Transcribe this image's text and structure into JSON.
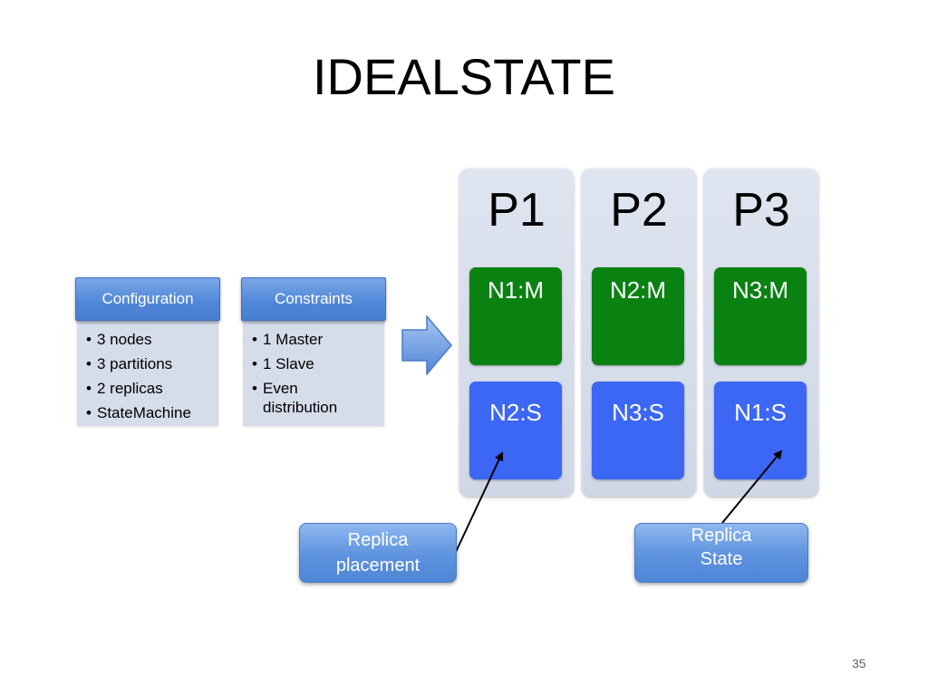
{
  "slide": {
    "title": "IDEALSTATE",
    "page_number": "35"
  },
  "configuration": {
    "header": "Configuration",
    "items": [
      "3 nodes",
      "3 partitions",
      "2 replicas",
      "StateMachine"
    ]
  },
  "constraints": {
    "header": "Constraints",
    "items": [
      "1 Master",
      "1 Slave",
      "Even distribution"
    ]
  },
  "partitions": [
    {
      "label": "P1",
      "master": "N1:M",
      "slave": "N2:S"
    },
    {
      "label": "P2",
      "master": "N2:M",
      "slave": "N3:S"
    },
    {
      "label": "P3",
      "master": "N3:M",
      "slave": "N1:S"
    }
  ],
  "callouts": {
    "replica_placement": {
      "line1": "Replica",
      "line2": "placement"
    },
    "replica_state": {
      "line1": "Replica",
      "line2": "State"
    }
  },
  "colors": {
    "master": "#0a8212",
    "slave": "#3c67f5",
    "column_bg": "#d5dcea",
    "header_blue": "#4f86d8"
  }
}
